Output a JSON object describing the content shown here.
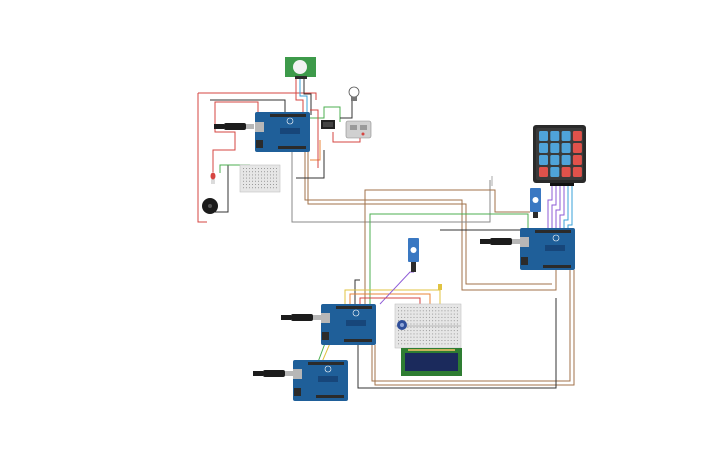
{
  "canvas": {
    "background": "#ffffff"
  },
  "colors": {
    "board": "#1f5f99",
    "board_dark": "#17467a",
    "header": "#2b2b2b",
    "usb": "#b7b7b7",
    "cable": "#1c1c1c",
    "breadboard": "#e6e6e6",
    "lcd_frame": "#2e7d32",
    "lcd_screen": "#1b2a5c",
    "keypad_body": "#2a2a2a",
    "keypad_key_blue": "#4fa3d9",
    "keypad_key_red": "#e0524b",
    "servo": "#3a78c2",
    "pir": "#3d9a4a",
    "wire_red": "#d64541",
    "wire_black": "#333333",
    "wire_brown": "#a1724a",
    "wire_green": "#4caf50",
    "wire_yellow": "#e0c341",
    "wire_orange": "#e8843a",
    "wire_purple": "#8e5bd6",
    "wire_blue": "#3aa0d8",
    "wire_gray": "#8a8a8a"
  },
  "components": [
    {
      "id": "arduino-top",
      "kind": "arduino-uno"
    },
    {
      "id": "arduino-right",
      "kind": "arduino-uno"
    },
    {
      "id": "arduino-middle",
      "kind": "arduino-uno"
    },
    {
      "id": "arduino-bottom",
      "kind": "arduino-uno"
    },
    {
      "id": "pir-sensor",
      "kind": "pir-motion-sensor"
    },
    {
      "id": "light-bulb",
      "kind": "light-bulb"
    },
    {
      "id": "relay-module",
      "kind": "relay"
    },
    {
      "id": "power-supply",
      "kind": "power-source"
    },
    {
      "id": "piezo-buzzer",
      "kind": "buzzer"
    },
    {
      "id": "red-led",
      "kind": "led"
    },
    {
      "id": "small-breadboard-top",
      "kind": "breadboard"
    },
    {
      "id": "keypad-4x4",
      "kind": "keypad"
    },
    {
      "id": "servo-right",
      "kind": "servo"
    },
    {
      "id": "servo-middle",
      "kind": "servo"
    },
    {
      "id": "breadboard-middle",
      "kind": "breadboard"
    },
    {
      "id": "potentiometer",
      "kind": "potentiometer"
    },
    {
      "id": "lcd-16x2",
      "kind": "lcd"
    },
    {
      "id": "temp-sensor",
      "kind": "sensor"
    },
    {
      "id": "usb-cable-top",
      "kind": "usb-cable"
    },
    {
      "id": "usb-cable-right",
      "kind": "usb-cable"
    },
    {
      "id": "usb-cable-middle",
      "kind": "usb-cable"
    },
    {
      "id": "usb-cable-bottom",
      "kind": "usb-cable"
    }
  ],
  "keypad": {
    "rows": [
      [
        "blue",
        "blue",
        "blue",
        "red"
      ],
      [
        "blue",
        "blue",
        "blue",
        "red"
      ],
      [
        "blue",
        "blue",
        "blue",
        "red"
      ],
      [
        "red",
        "blue",
        "red",
        "red"
      ]
    ]
  }
}
